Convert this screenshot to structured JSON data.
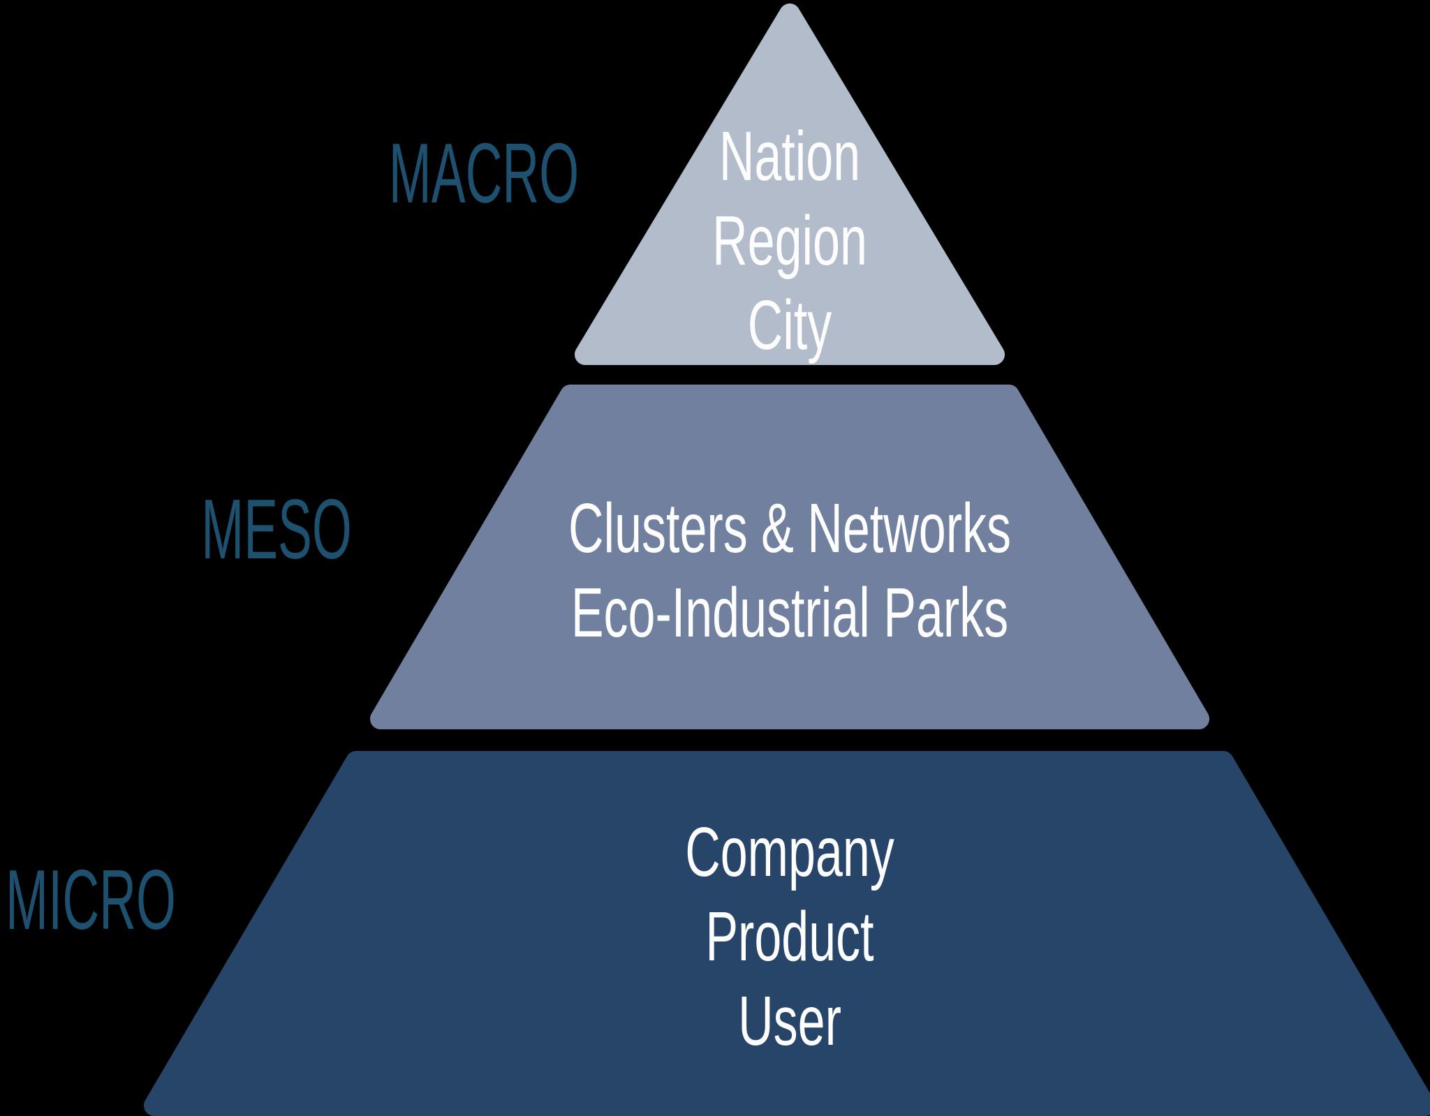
{
  "background_color": "#000000",
  "text_color": "#FDFDFD",
  "scale_label_color": "#1E506F",
  "levels": [
    {
      "scale_label": "MACRO",
      "color": "#B3BCCB",
      "items": [
        "Nation",
        "Region",
        "City"
      ]
    },
    {
      "scale_label": "MESO",
      "color": "#71809F",
      "items": [
        "Clusters & Networks",
        "Eco-Industrial Parks"
      ]
    },
    {
      "scale_label": "MICRO",
      "color": "#274469",
      "items": [
        "Company",
        "Product",
        "User"
      ]
    }
  ]
}
